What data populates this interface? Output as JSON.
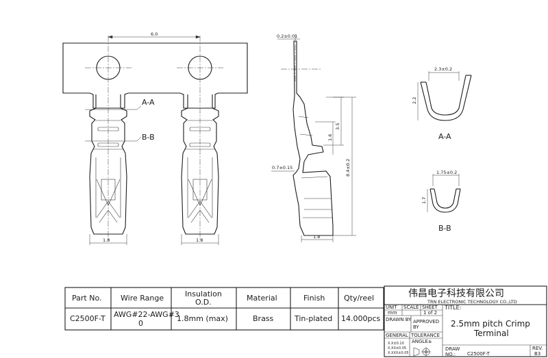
{
  "dims": {
    "pitch": "6.0",
    "width_front_1": "1.8",
    "width_front_2": "1.8",
    "width_side": "1.8",
    "thickness": "0.2±0.01",
    "tab": "0.7±0.15",
    "len_3_5": "3.5",
    "len_1_6": "1.6",
    "total": "8.4±0.2",
    "aa_width": "2.3±0.2",
    "aa_height": "2.2",
    "bb_width": "1.75±0.2",
    "bb_height": "1.7"
  },
  "section_markers": {
    "aa": "A-A",
    "bb": "B-B"
  },
  "section_titles": {
    "aa": "A-A",
    "bb": "B-B"
  },
  "spec_table": {
    "headers": [
      "Part No.",
      "Wire Range",
      "Insulation",
      "Material",
      "Finish",
      "Qty/reel"
    ],
    "insulation_sub": "O.D.",
    "row": {
      "part_no": "C2500F-T",
      "wire_range_1": "AWG#22-AWG#3",
      "wire_range_2": "0",
      "insulation": "1.8mm (max)",
      "material": "Brass",
      "finish": "Tin-plated",
      "qty": "14.000pcs"
    }
  },
  "title_block": {
    "company_cn": "伟昌电子科技有限公司",
    "company_en": "TRN ELECTRONIC TECHNOLOGY CO.,LTD",
    "unit_label": "UNIT",
    "scale_label": "SCALE",
    "sheet_label": "SHEET",
    "title_label": "TITLE:",
    "unit_value": "mm",
    "sheet_value": "1 of 2",
    "drawn_by": "DRAWN BY",
    "approved_1": "APPROVED",
    "approved_2": "BY",
    "title_1": "2.5mm pitch Crimp",
    "title_2": "Terminal",
    "general": "GENERAL",
    "tolerance": "TOLERANCE",
    "angle": "ANGLE±",
    "tol_1": "X.X±0.10",
    "tol_2": "X.XX±0.05",
    "tol_3": "X.XXX±0.05",
    "draw_label": "DRAW",
    "no_label": "NO.:",
    "draw_no": "C2500F-T",
    "rev_label": "REV.",
    "rev_value": "B3"
  }
}
